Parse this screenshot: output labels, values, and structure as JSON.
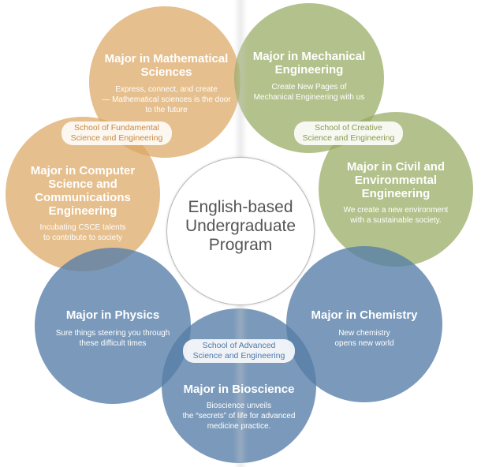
{
  "center": {
    "title_lines": [
      "English-based",
      "Undergraduate",
      "Program"
    ]
  },
  "schools": {
    "fundamental": [
      "School of Fundamental",
      "Science and Engineering"
    ],
    "creative": [
      "School of Creative",
      "Science and Engineering"
    ],
    "advanced": [
      "School of Advanced",
      "Science and Engineering"
    ]
  },
  "majors": {
    "math": {
      "title": [
        "Major in Mathematical",
        "Sciences"
      ],
      "desc": [
        "Express, connect, and create",
        "— Mathematical sciences is the door",
        "to the future"
      ]
    },
    "mech": {
      "title": [
        "Major in Mechanical",
        "Engineering"
      ],
      "desc": [
        "Create New Pages of",
        "Mechanical Engineering with us"
      ]
    },
    "cs": {
      "title": [
        "Major in Computer",
        "Science and",
        "Communications",
        "Engineering"
      ],
      "desc": [
        "Incubating CSCE talents",
        "to contribute to society"
      ]
    },
    "civil": {
      "title": [
        "Major in Civil and",
        "Environmental",
        "Engineering"
      ],
      "desc": [
        "We create a new environment",
        "with a sustainable society."
      ]
    },
    "physics": {
      "title": [
        "Major in Physics"
      ],
      "desc": [
        "Sure things steering you through",
        "these difficult times"
      ]
    },
    "chem": {
      "title": [
        "Major in Chemistry"
      ],
      "desc": [
        "New chemistry",
        "opens new world"
      ]
    },
    "bio": {
      "title": [
        "Major in Bioscience"
      ],
      "desc": [
        "Bioscience unveils",
        "the “secrets” of life for advanced",
        "medicine practice."
      ]
    }
  },
  "colors": {
    "fundamental": "#dda662",
    "creative": "#96aa60",
    "advanced": "#567da8"
  }
}
